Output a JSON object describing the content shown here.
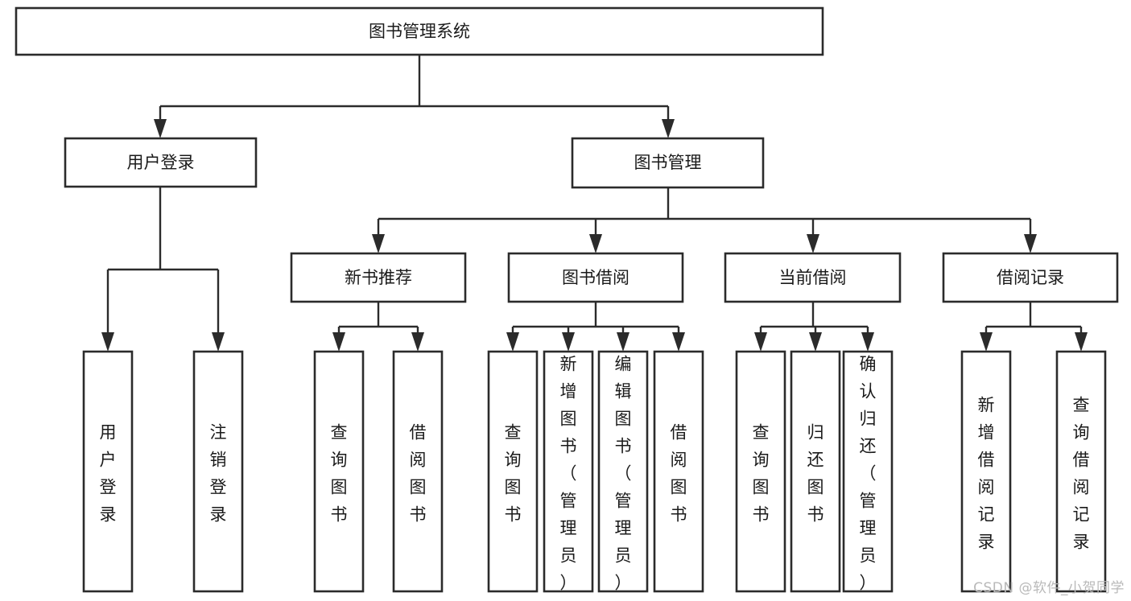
{
  "diagram": {
    "title_label": "图书管理系统",
    "watermark": "CSDN @软件_小贺同学",
    "colors": {
      "box_stroke": "#2b2b2b",
      "box_fill": "#ffffff",
      "text": "#1a1a1a",
      "background": "#ffffff",
      "watermark": "#b9b9b9"
    },
    "root": {
      "label": "图书管理系统"
    },
    "level1": [
      {
        "label": "用户登录"
      },
      {
        "label": "图书管理"
      }
    ],
    "level2": [
      {
        "label": "新书推荐"
      },
      {
        "label": "图书借阅"
      },
      {
        "label": "当前借阅"
      },
      {
        "label": "借阅记录"
      }
    ],
    "leaves": {
      "user_login": [
        {
          "label": "用户登录"
        },
        {
          "label": "注销登录"
        }
      ],
      "new_book_recommend": [
        {
          "label": "查询图书"
        },
        {
          "label": "借阅图书"
        }
      ],
      "book_borrow": [
        {
          "label": "查询图书"
        },
        {
          "label": "新增图书（管理员）"
        },
        {
          "label": "编辑图书（管理员）"
        },
        {
          "label": "借阅图书"
        }
      ],
      "current_borrow": [
        {
          "label": "查询图书"
        },
        {
          "label": "归还图书"
        },
        {
          "label": "确认归还（管理员）"
        }
      ],
      "borrow_record": [
        {
          "label": "新增借阅记录"
        },
        {
          "label": "查询借阅记录"
        }
      ]
    }
  }
}
